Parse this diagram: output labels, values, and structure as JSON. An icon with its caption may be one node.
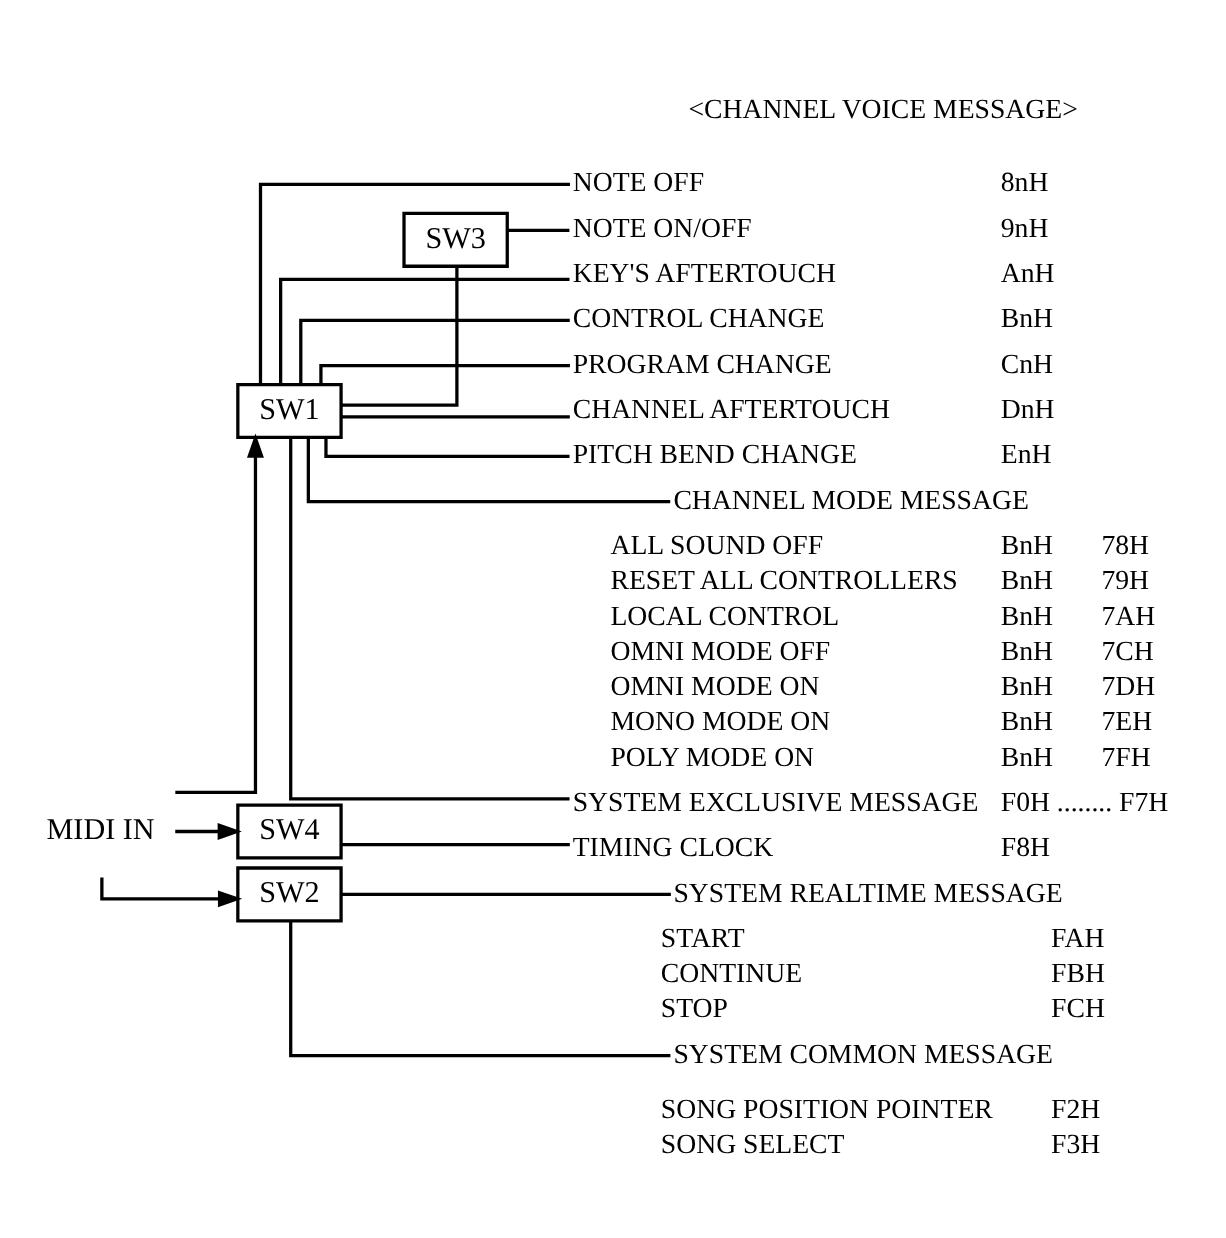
{
  "diagram": {
    "nodes": [
      {
        "text": [
          "MIDI IN"
        ]
      },
      {
        "text": [
          "SW1"
        ]
      },
      {
        "text": [
          "NOTE OFF"
        ],
        "beside": [
          "8nH"
        ]
      },
      {
        "text": [
          "SW3"
        ]
      },
      {
        "text": [
          "NOTE ON/OFF"
        ],
        "beside": [
          "9nH"
        ]
      },
      {
        "text": [
          "KEY'S AFTERTOUCH"
        ],
        "beside": [
          "AnH"
        ]
      },
      {
        "text": [
          "CONTROL CHANGE"
        ],
        "beside": [
          "BnH"
        ]
      },
      {
        "text": [
          "PROGRAM CHANGE"
        ],
        "beside": [
          "CnH"
        ]
      },
      {
        "text": [
          "CHANNEL AFTERTOUCH"
        ],
        "beside": [
          "DnH"
        ]
      },
      {
        "text": [
          "PITCH BEND CHANGE"
        ],
        "beside": [
          "EnH"
        ]
      },
      {
        "text": [
          "CHANNEL MODE MESSAGE"
        ]
      },
      {
        "text": [
          "SYSTEM EXCLUSIVE MESSAGE"
        ],
        "beside": [
          "F0H ........ F7H"
        ]
      },
      {
        "text": [
          "SW4"
        ]
      },
      {
        "text": [
          "TIMING CLOCK"
        ],
        "beside": [
          "F8H"
        ]
      },
      {
        "text": [
          "SW2"
        ]
      },
      {
        "text": [
          "SYSTEM REALTIME MESSAGE"
        ]
      },
      {
        "text": [
          "SYSTEM COMMON MESSAGE"
        ]
      }
    ],
    "edges": [
      {
        "from": 0,
        "to": 1,
        "arrow": "to"
      },
      {
        "from": 0,
        "to": 12,
        "arrow": "to"
      },
      {
        "from": 0,
        "to": 14,
        "arrow": "to"
      },
      {
        "from": 1,
        "to": 2,
        "arrow": "none"
      },
      {
        "from": 1,
        "to": 3,
        "arrow": "none"
      },
      {
        "from": 3,
        "to": 4,
        "arrow": "none"
      },
      {
        "from": 1,
        "to": 5,
        "arrow": "none"
      },
      {
        "from": 1,
        "to": 6,
        "arrow": "none"
      },
      {
        "from": 1,
        "to": 7,
        "arrow": "none"
      },
      {
        "from": 1,
        "to": 8,
        "arrow": "none"
      },
      {
        "from": 1,
        "to": 9,
        "arrow": "none"
      },
      {
        "from": 1,
        "to": 10,
        "arrow": "none"
      },
      {
        "from": 1,
        "to": 11,
        "arrow": "none"
      },
      {
        "from": 12,
        "to": 13,
        "arrow": "none"
      },
      {
        "from": 14,
        "to": 15,
        "arrow": "none"
      },
      {
        "from": 14,
        "to": 16,
        "arrow": "none"
      }
    ],
    "labels": [
      "<CHANNEL VOICE MESSAGE>",
      "ALL SOUND OFF",
      "BnH",
      "78H",
      "RESET ALL CONTROLLERS",
      "BnH",
      "79H",
      "LOCAL CONTROL",
      "BnH",
      "7AH",
      "OMNI MODE OFF",
      "BnH",
      "7CH",
      "OMNI MODE ON",
      "BnH",
      "7DH",
      "MONO MODE ON",
      "BnH",
      "7EH",
      "POLY MODE ON",
      "BnH",
      "7FH",
      "START",
      "FAH",
      "CONTINUE",
      "FBH",
      "STOP",
      "FCH",
      "SONG POSITION POINTER",
      "F2H",
      "SONG SELECT",
      "F3H"
    ]
  }
}
